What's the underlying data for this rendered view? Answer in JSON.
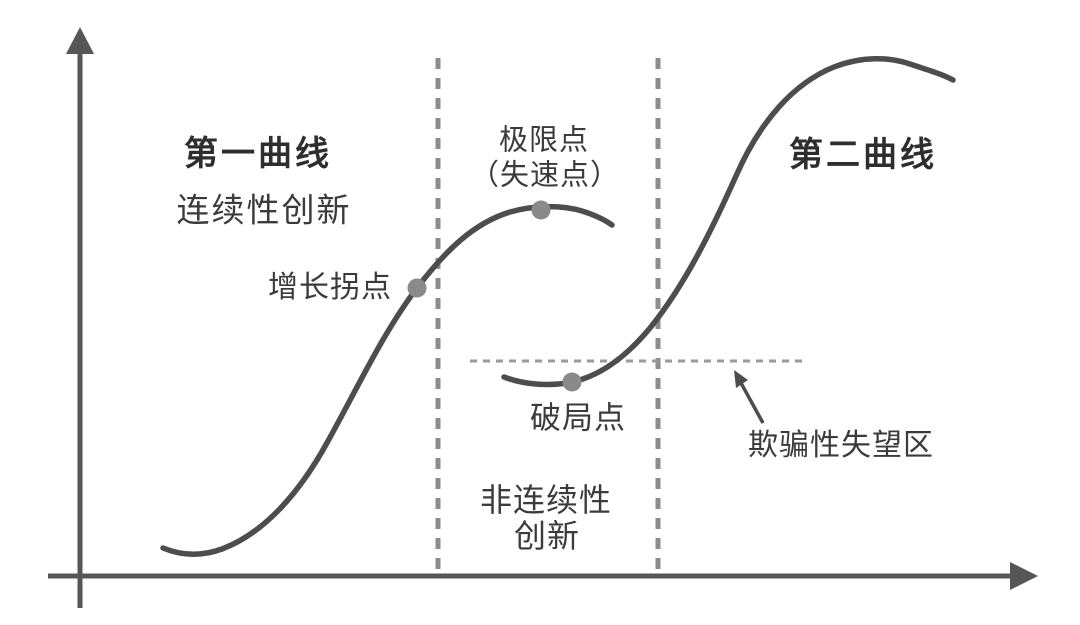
{
  "diagram": {
    "type": "s-curve-concept-diagram",
    "labels": {
      "first_curve_title": "第一曲线",
      "first_curve_subtitle": "连续性创新",
      "growth_inflection_point": "增长拐点",
      "limit_point_line1": "极限点",
      "limit_point_line2": "（失速点）",
      "second_curve_title": "第二曲线",
      "breakthrough_point": "破局点",
      "discontinuous_innovation_line1": "非连续性",
      "discontinuous_innovation_line2": "创新",
      "deceptive_disappointment_zone": "欺骗性失望区"
    },
    "points": [
      {
        "name": "growth-inflection-point",
        "on_curve": "first-curve"
      },
      {
        "name": "limit-point-stall-point",
        "on_curve": "first-curve"
      },
      {
        "name": "breakthrough-point",
        "on_curve": "second-curve"
      }
    ],
    "colors": {
      "background": "#ffffff",
      "axis": "#565658",
      "curve": "#4d4d4d",
      "point_dot": "#8a8a8a",
      "divider_dash": "#8d8d8d",
      "reference_dash": "#9a9a9a",
      "annotation_arrow": "#4d4d4d",
      "label_text": "#3b3b3b",
      "title_text": "#2e2e2e"
    }
  }
}
